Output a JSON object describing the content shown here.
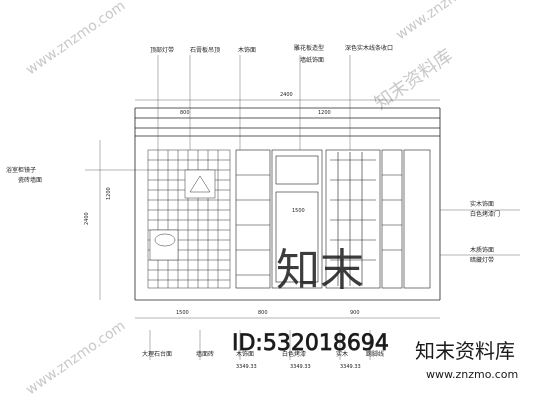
{
  "watermarks": {
    "site": "www.znzmo.com",
    "brand_cn": "知末资料库",
    "logo_cn": "知末",
    "id_text": "ID:532018694"
  },
  "drawing": {
    "top_labels": [
      "顶部灯带",
      "石膏板吊顶",
      "木饰面",
      "雕花板造型",
      "墙纸饰面",
      "深色实木线条收口"
    ],
    "left_labels": [
      "浴室柜镜子",
      "瓷砖墙面"
    ],
    "right_labels": [
      "实木饰面",
      "白色烤漆门",
      "木质饰面",
      "暗藏灯带"
    ],
    "bottom_labels": [
      "大理石台面",
      "墙面砖",
      "木饰面",
      "白色烤漆",
      "实木",
      "踢脚线"
    ],
    "bottom_sub": "3349.33",
    "dims_top": [
      "2400",
      "800",
      "1200"
    ],
    "dims_mid": [
      "1500"
    ],
    "dims_left": [
      "2400",
      "1200"
    ],
    "dims_bottom": [
      "1500",
      "800",
      "900"
    ]
  }
}
